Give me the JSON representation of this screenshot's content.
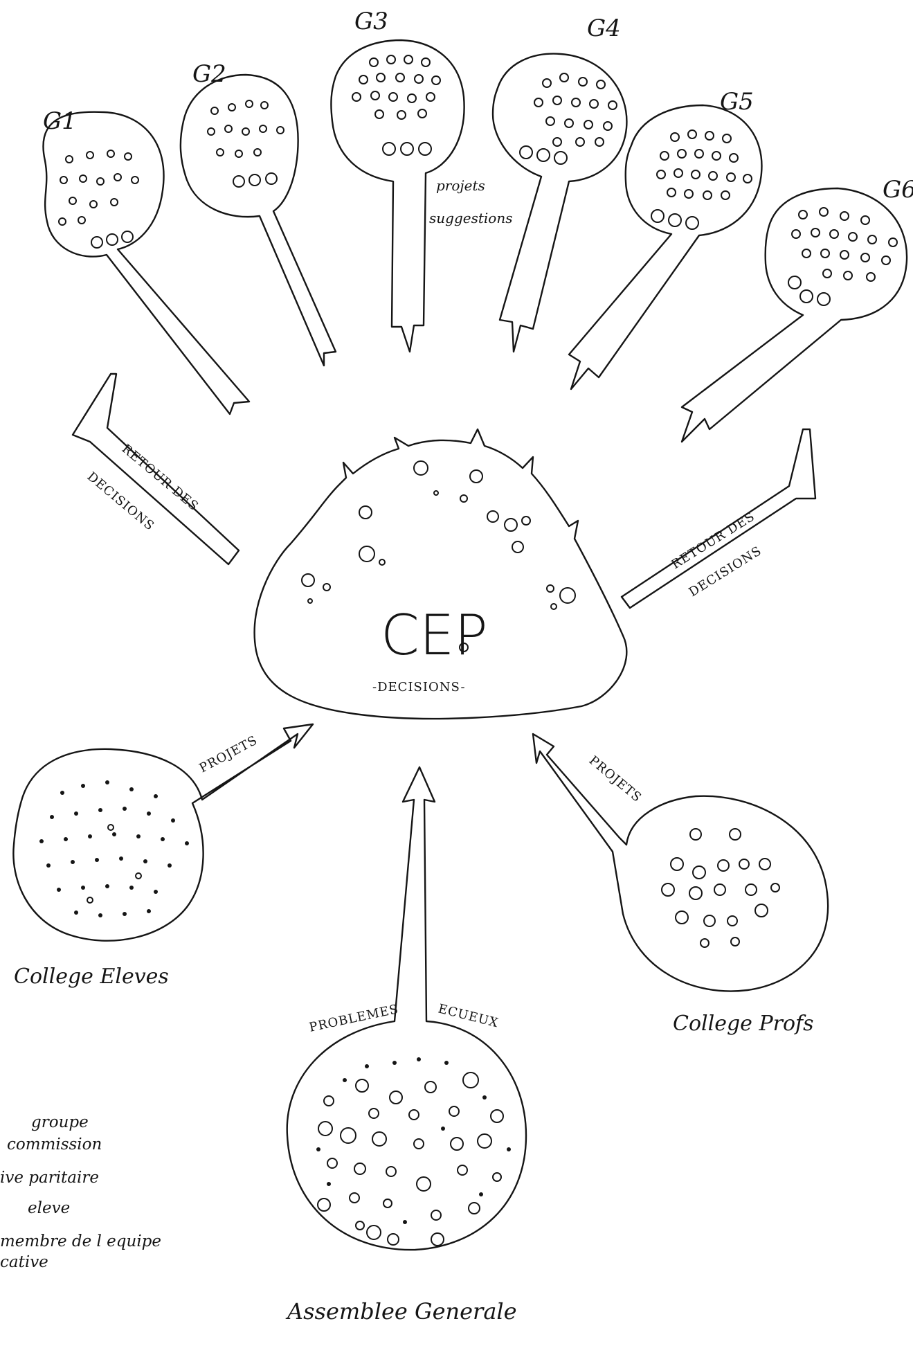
{
  "groups": [
    {
      "label": "G1"
    },
    {
      "label": "G2"
    },
    {
      "label": "G3"
    },
    {
      "label": "G4"
    },
    {
      "label": "G5"
    },
    {
      "label": "G6"
    }
  ],
  "note": {
    "line1": "projets",
    "line2": "suggestions"
  },
  "cep": {
    "title": "CEP",
    "subtitle": "-DECISIONS-"
  },
  "retour_left": {
    "line1": "RETOUR DES",
    "line2": "DECISIONS"
  },
  "retour_right": {
    "line1": "RETOUR DES",
    "line2": "DECISIONS"
  },
  "projets_left": "PROJETS",
  "projets_right": "PROJETS",
  "problemes": "PROBLEMES",
  "ecueux": "ECUEUX",
  "college_eleves": "College Eleves",
  "college_profs": "College Profs",
  "assemblee": "Assemblee Generale",
  "legend": [
    "groupe",
    "commission",
    "ive paritaire",
    "eleve",
    "membre de l equipe",
    "cative"
  ]
}
